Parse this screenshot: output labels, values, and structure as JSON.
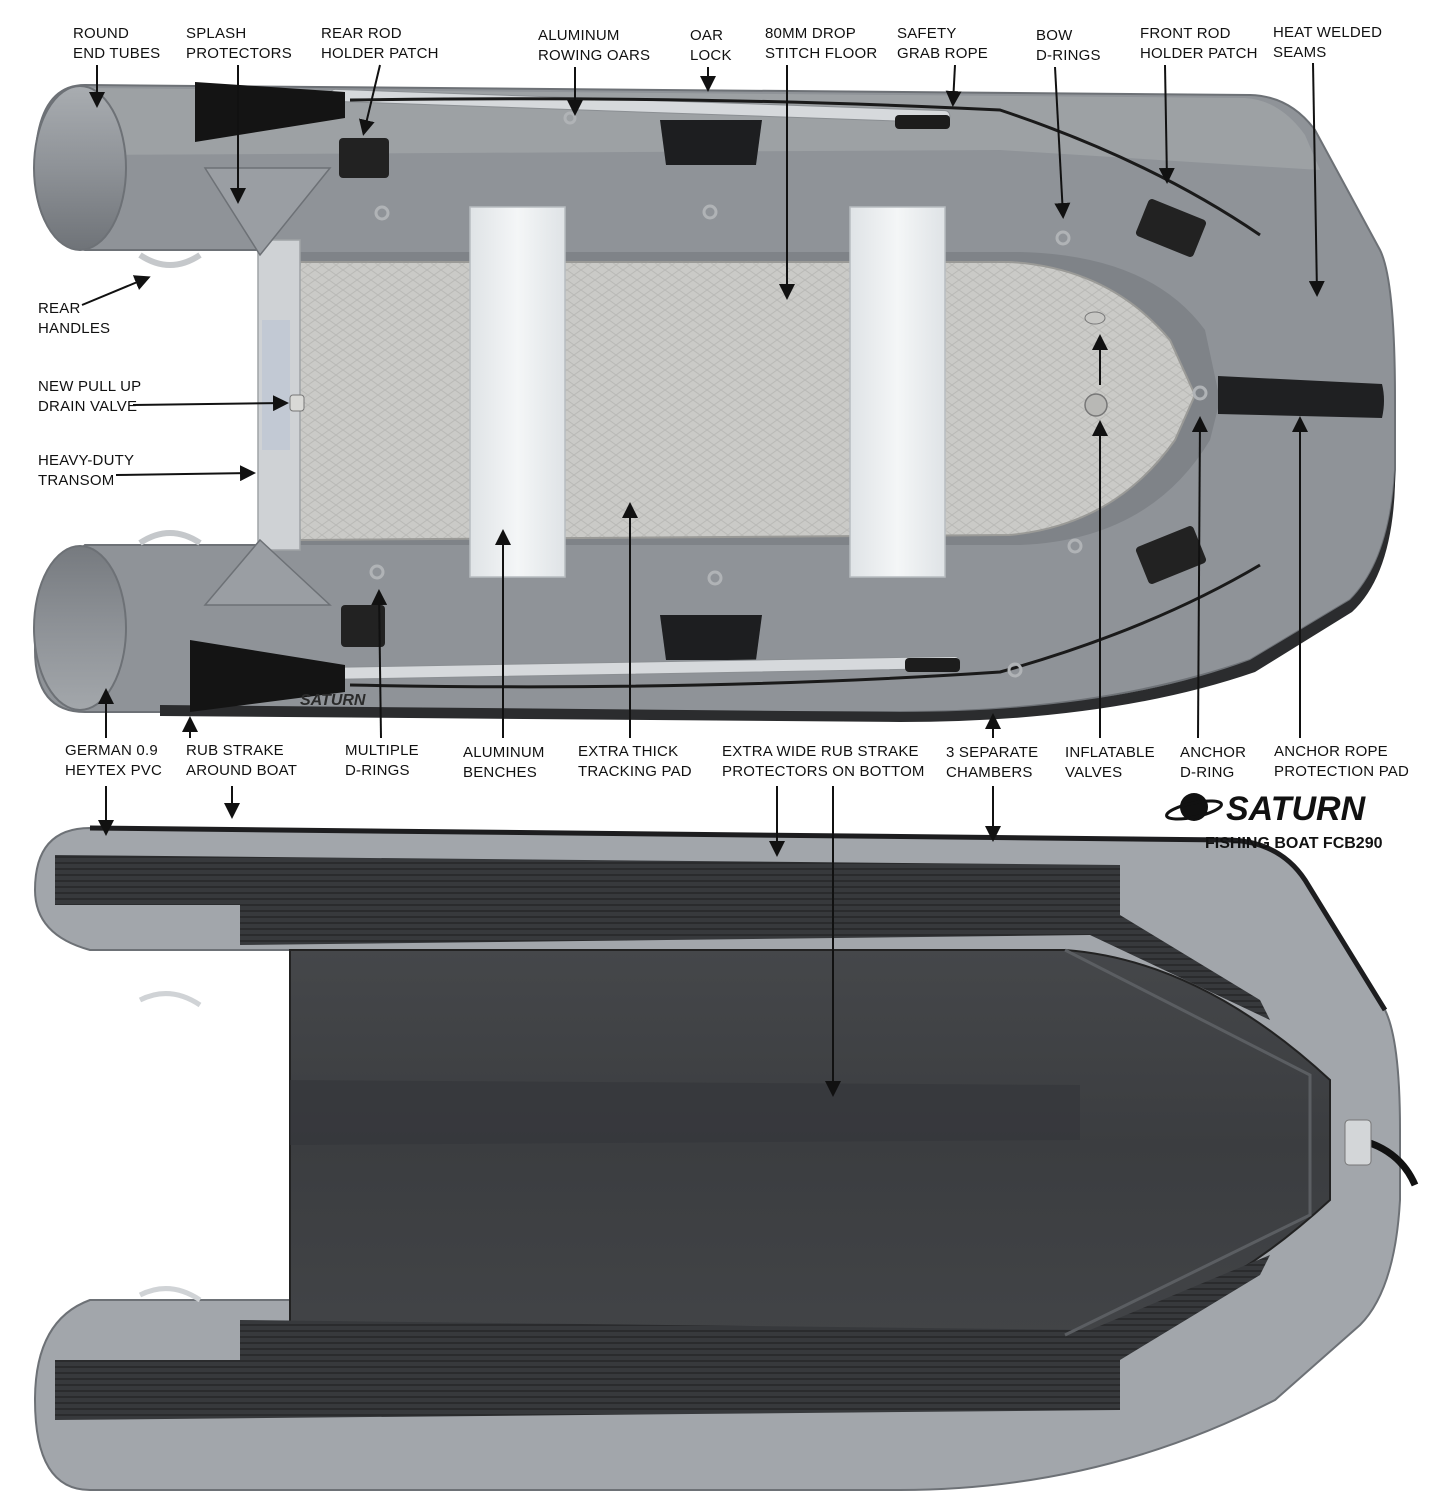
{
  "brand": {
    "name": "SATURN",
    "model": "FISHING BOAT FCB290"
  },
  "callouts": {
    "round_end_tubes": [
      "ROUND",
      "END TUBES"
    ],
    "splash_protectors": [
      "SPLASH",
      "PROTECTORS"
    ],
    "rear_rod_holder_patch": [
      "REAR ROD",
      "HOLDER PATCH"
    ],
    "aluminum_rowing_oars": [
      "ALUMINUM",
      "ROWING OARS"
    ],
    "oar_lock": [
      "OAR",
      "LOCK"
    ],
    "drop_stitch_floor": [
      "80MM DROP",
      "STITCH FLOOR"
    ],
    "safety_grab_rope": [
      "SAFETY",
      "GRAB ROPE"
    ],
    "bow_d_rings": [
      "BOW",
      "D-RINGS"
    ],
    "front_rod_holder_patch": [
      "FRONT ROD",
      "HOLDER PATCH"
    ],
    "heat_welded_seams": [
      "HEAT WELDED",
      "SEAMS"
    ],
    "rear_handles": [
      "REAR",
      "HANDLES"
    ],
    "drain_valve": [
      "NEW PULL UP",
      "DRAIN VALVE"
    ],
    "transom": [
      "HEAVY-DUTY",
      "TRANSOM"
    ],
    "pvc": [
      "GERMAN 0.9",
      "HEYTEX PVC"
    ],
    "rub_strake": [
      "RUB STRAKE",
      "AROUND BOAT"
    ],
    "multiple_d_rings": [
      "MULTIPLE",
      "D-RINGS"
    ],
    "aluminum_benches": [
      "ALUMINUM",
      "BENCHES"
    ],
    "tracking_pad": [
      "EXTRA THICK",
      "TRACKING PAD"
    ],
    "rub_strake_protectors": [
      "EXTRA WIDE RUB STRAKE",
      "PROTECTORS ON BOTTOM"
    ],
    "chambers": [
      "3 SEPARATE",
      "CHAMBERS"
    ],
    "inflatable_valves": [
      "INFLATABLE",
      "VALVES"
    ],
    "anchor_d_ring": [
      "ANCHOR",
      "D-RING"
    ],
    "anchor_rope_pad": [
      "ANCHOR ROPE",
      "PROTECTION PAD"
    ]
  },
  "colors": {
    "tube_gray": "#8d9196",
    "tube_light": "#b4b8bc",
    "floor_gray": "#c9c9c6",
    "bench_white": "#eceff1",
    "bottom_dark": "#3a3c3f",
    "strake_dark": "#2c2d2f"
  }
}
